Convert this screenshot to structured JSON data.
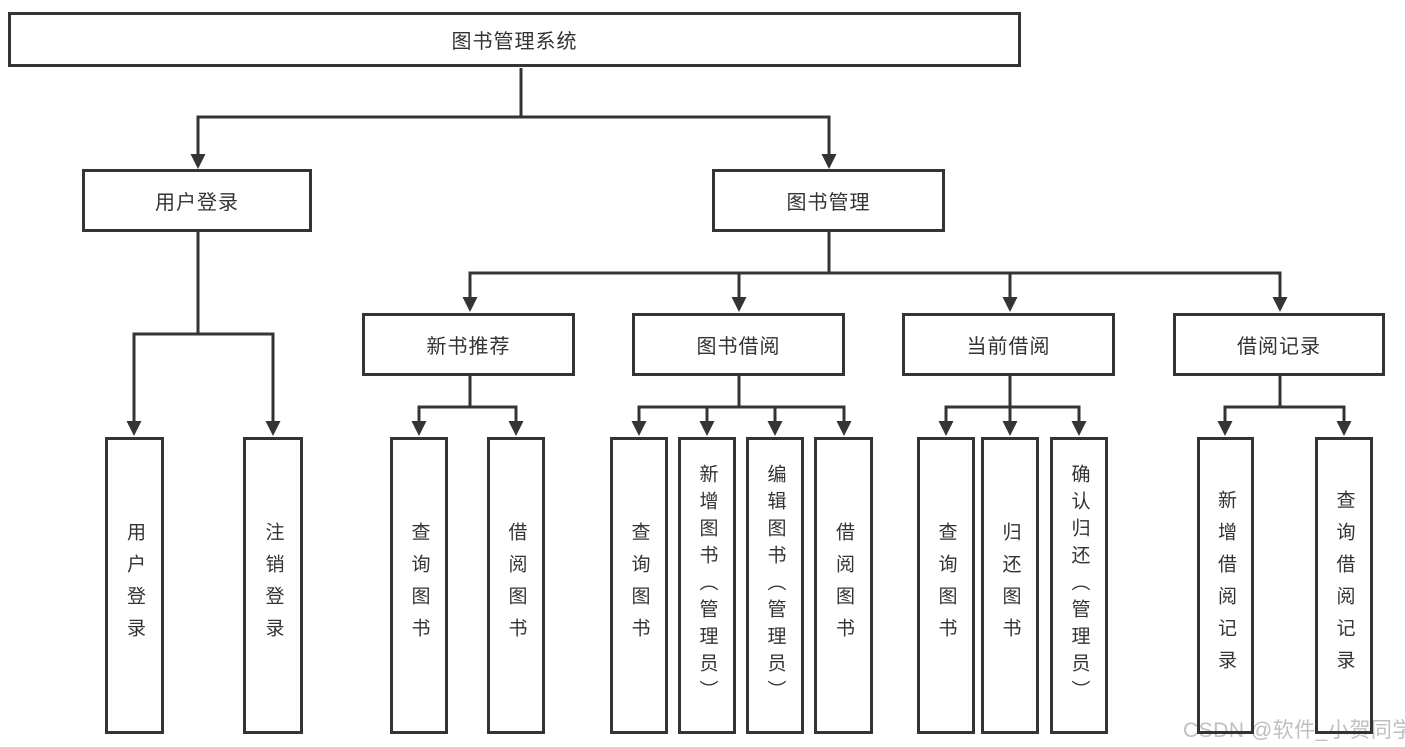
{
  "tree": {
    "label": "图书管理系统",
    "children": [
      {
        "label": "用户登录",
        "children": [
          {
            "label": "用户登录"
          },
          {
            "label": "注销登录"
          }
        ]
      },
      {
        "label": "图书管理",
        "children": [
          {
            "label": "新书推荐",
            "children": [
              {
                "label": "查询图书"
              },
              {
                "label": "借阅图书"
              }
            ]
          },
          {
            "label": "图书借阅",
            "children": [
              {
                "label": "查询图书"
              },
              {
                "label": "新增图书（管理员）"
              },
              {
                "label": "编辑图书（管理员）"
              },
              {
                "label": "借阅图书"
              }
            ]
          },
          {
            "label": "当前借阅",
            "children": [
              {
                "label": "查询图书"
              },
              {
                "label": "归还图书"
              },
              {
                "label": "确认归还（管理员）"
              }
            ]
          },
          {
            "label": "借阅记录",
            "children": [
              {
                "label": "新增借阅记录"
              },
              {
                "label": "查询借阅记录"
              }
            ]
          }
        ]
      }
    ]
  },
  "watermark": "CSDN @软件_小贺同学",
  "colors": {
    "line": "#343434",
    "text": "#333333",
    "watermark": "#bfbfbf",
    "background": "#ffffff"
  }
}
